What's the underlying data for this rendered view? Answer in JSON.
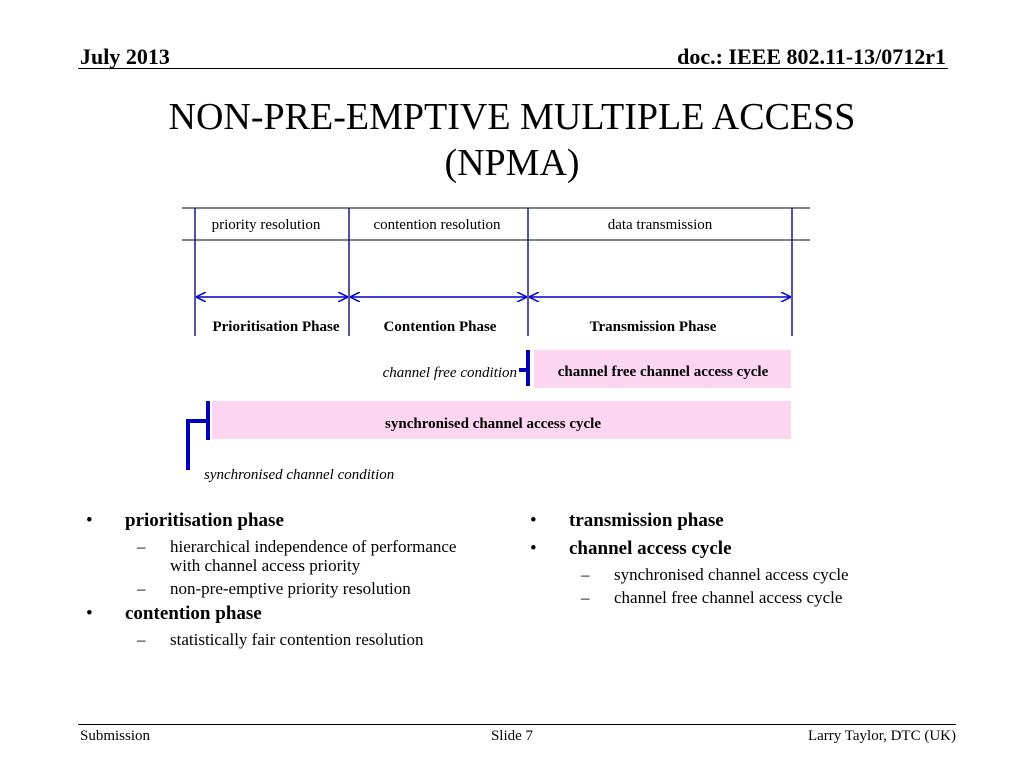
{
  "header": {
    "date": "July 2013",
    "doc_id": "doc.: IEEE 802.11-13/0712r1"
  },
  "title": {
    "line1": "NON-PRE-EMPTIVE MULTIPLE ACCESS",
    "line2": "(NPMA)"
  },
  "diagram": {
    "top_labels": [
      "priority resolution",
      "contention resolution",
      "data transmission"
    ],
    "phases": [
      "Prioritisation Phase",
      "Contention Phase",
      "Transmission Phase"
    ],
    "channel_free_condition": "channel free condition",
    "channel_free_cycle": "channel free channel access cycle",
    "sync_cycle": "synchronised channel access cycle",
    "sync_condition": "synchronised channel condition",
    "colors": {
      "arrow": "#0000cc",
      "cycle_fill": "#fcd6f0",
      "line": "#000000"
    }
  },
  "bullets_left": [
    {
      "text": "prioritisation phase",
      "subs": [
        "hierarchical independence of performance with channel access priority",
        "non-pre-emptive priority resolution"
      ]
    },
    {
      "text": "contention phase",
      "subs": [
        "statistically fair contention resolution"
      ]
    }
  ],
  "bullets_right": [
    {
      "text": "transmission phase",
      "subs": []
    },
    {
      "text": "channel access cycle",
      "subs": [
        "synchronised channel access cycle",
        "channel free channel access cycle"
      ]
    }
  ],
  "footer": {
    "left": "Submission",
    "center": "Slide 7",
    "right": "Larry Taylor, DTC (UK)"
  }
}
